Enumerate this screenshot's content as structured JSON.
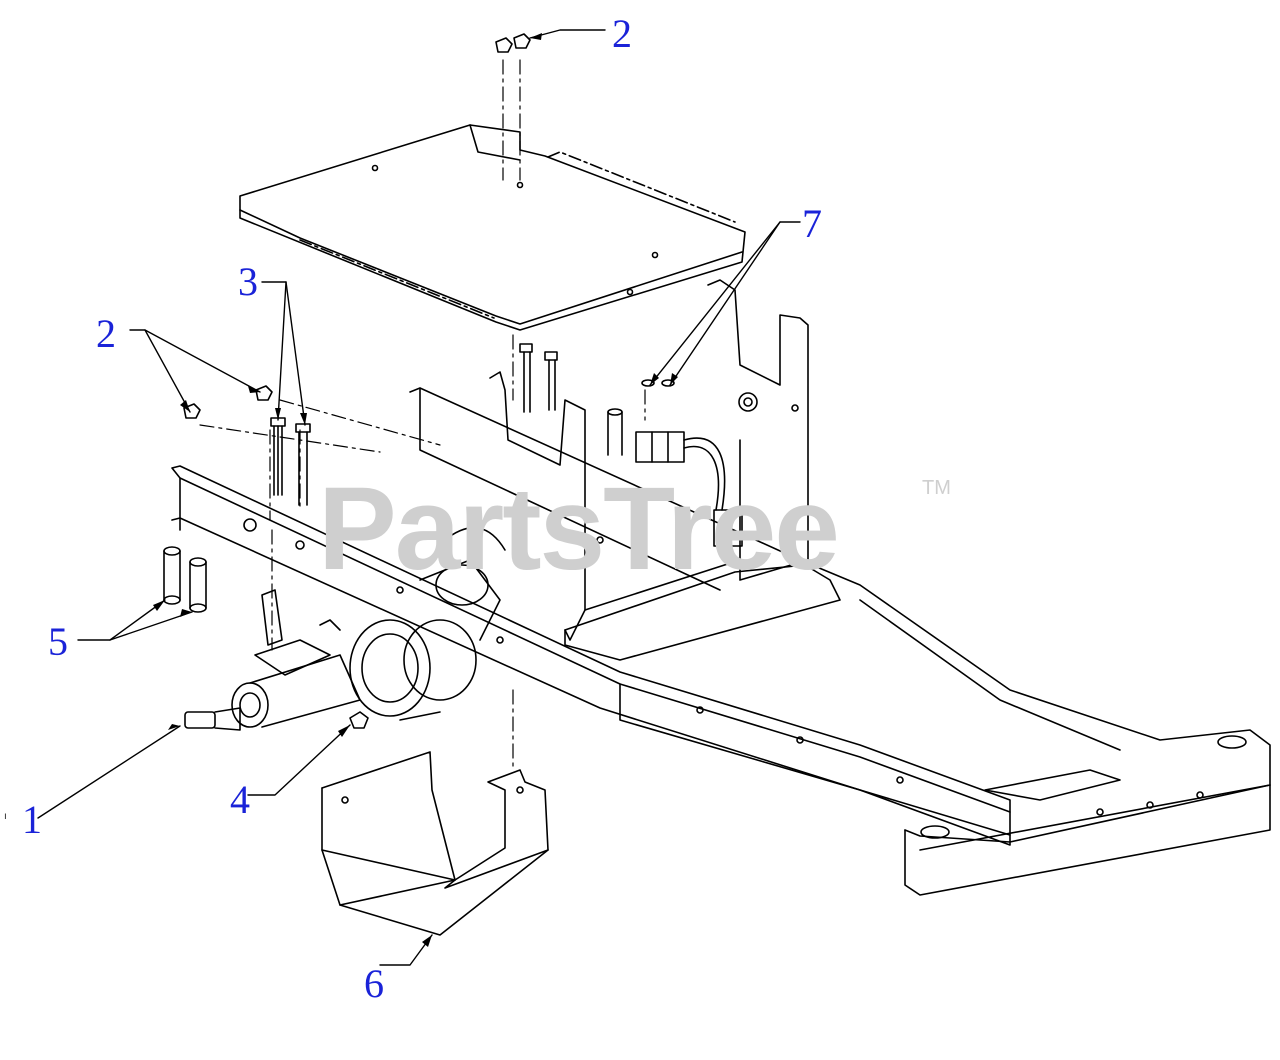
{
  "diagram": {
    "callouts": [
      {
        "id": "c1",
        "label": "1"
      },
      {
        "id": "c2a",
        "label": "2"
      },
      {
        "id": "c2b",
        "label": "2"
      },
      {
        "id": "c3",
        "label": "3"
      },
      {
        "id": "c4",
        "label": "4"
      },
      {
        "id": "c5",
        "label": "5"
      },
      {
        "id": "c6",
        "label": "6"
      },
      {
        "id": "c7",
        "label": "7"
      }
    ],
    "watermark": {
      "text": "PartsTree",
      "trademark": "TM"
    },
    "colors": {
      "callout": "#1a23d8",
      "line": "#000000",
      "watermark": "#cfcfcf"
    }
  }
}
